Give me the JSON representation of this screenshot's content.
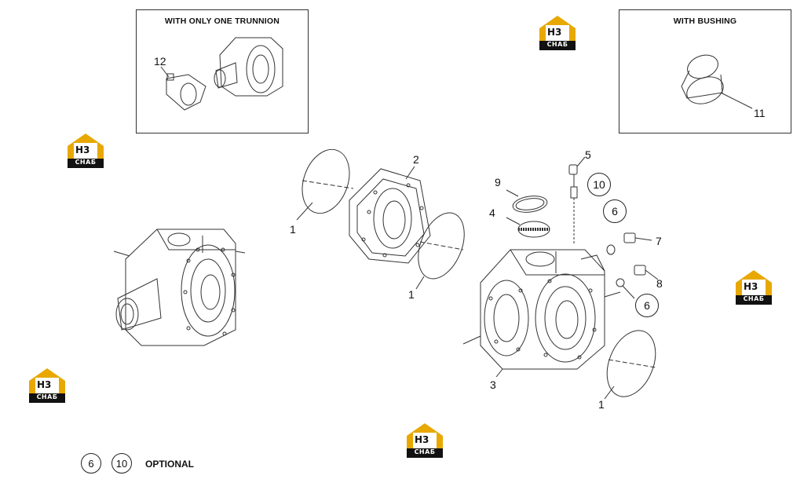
{
  "insets": {
    "trunnion_title": "WITH ONLY ONE TRUNNION",
    "bushing_title": "WITH BUSHING"
  },
  "callouts": {
    "c12": "12",
    "c11": "11",
    "c2": "2",
    "c1a": "1",
    "c1b": "1",
    "c1c": "1",
    "c9": "9",
    "c5": "5",
    "c10": "10",
    "c4": "4",
    "c6a": "6",
    "c6b": "6",
    "c7": "7",
    "c8": "8",
    "c3": "3"
  },
  "legend": {
    "item_a": "6",
    "item_b": "10",
    "text": "OPTIONAL"
  },
  "watermark": {
    "logo": "H3",
    "text": "СНАБ",
    "color_gold": "#e8a800",
    "color_dark": "#111111"
  },
  "badge_cover": "H3"
}
